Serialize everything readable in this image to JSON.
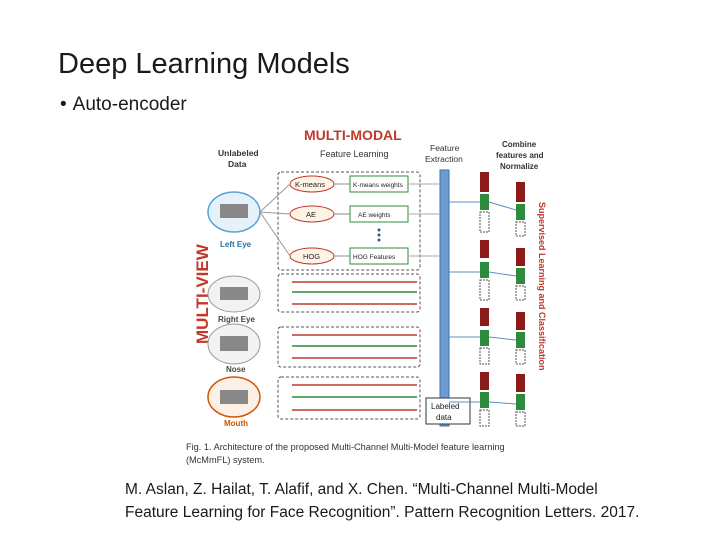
{
  "slide": {
    "title": "Deep Learning Models",
    "bullet": "Auto-encoder",
    "citation_line1": "M. Aslan, Z. Hailat, T. Alafif, and X. Chen. “Multi-Channel Multi-Model",
    "citation_line2": "Feature Learning for Face Recognition”. Pattern Recognition Letters. 2017."
  },
  "figure": {
    "top_title": "MULTI-MODAL",
    "feature_learning": "Feature Learning",
    "unlabeled_data": [
      "Unlabeled",
      "Data"
    ],
    "feature_extraction": [
      "Feature",
      "Extraction"
    ],
    "combine": [
      "Combine",
      "features and",
      "Normalize"
    ],
    "multi_view": "MULTI-VIEW",
    "supervised": "Supervised Learning and Classification",
    "regions": [
      "Left Eye",
      "Right Eye",
      "Nose",
      "Mouth"
    ],
    "models": [
      "K-means",
      "AE",
      "HOG"
    ],
    "features": [
      "K-means weights",
      "AE weights",
      "HOG Features"
    ],
    "labeled_data": [
      "Labeled",
      "data"
    ],
    "caption_line1": "Fig. 1.  Architecture of the proposed Multi-Channel Multi-Model feature learning",
    "caption_line2": "(McMmFL) system.",
    "colors": {
      "red": "#c0392b",
      "orange": "#d35400",
      "blue": "#5b8fc7",
      "green": "#2e8b3e",
      "maroon": "#8b1a1a",
      "gray": "#666666"
    }
  }
}
